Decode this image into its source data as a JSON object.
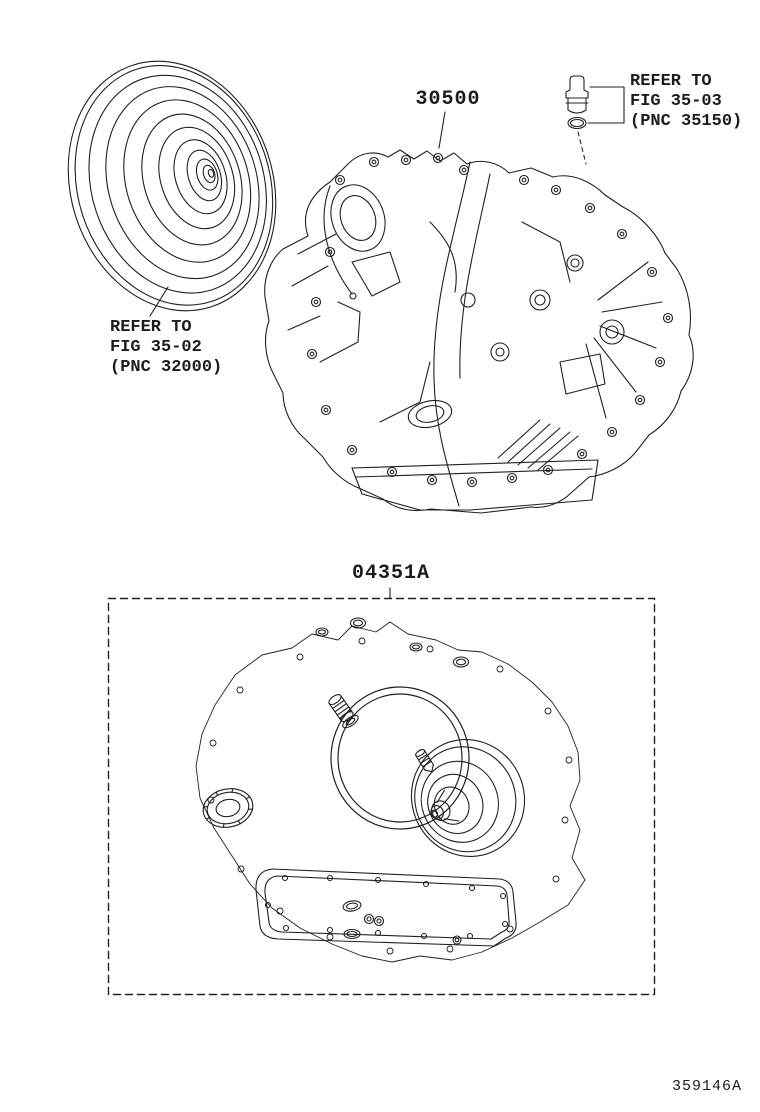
{
  "diagram": {
    "code": "359146A",
    "labels": {
      "transaxle": "30500",
      "gasket_kit": "04351A"
    },
    "references": {
      "torque_converter": {
        "lines": [
          "REFER TO",
          "FIG 35-02",
          "(PNC 32000)"
        ]
      },
      "breather_plug": {
        "lines": [
          "REFER TO",
          "FIG 35-03",
          "(PNC 35150)"
        ]
      }
    },
    "colors": {
      "line": "#231f20",
      "background": "#ffffff"
    }
  }
}
